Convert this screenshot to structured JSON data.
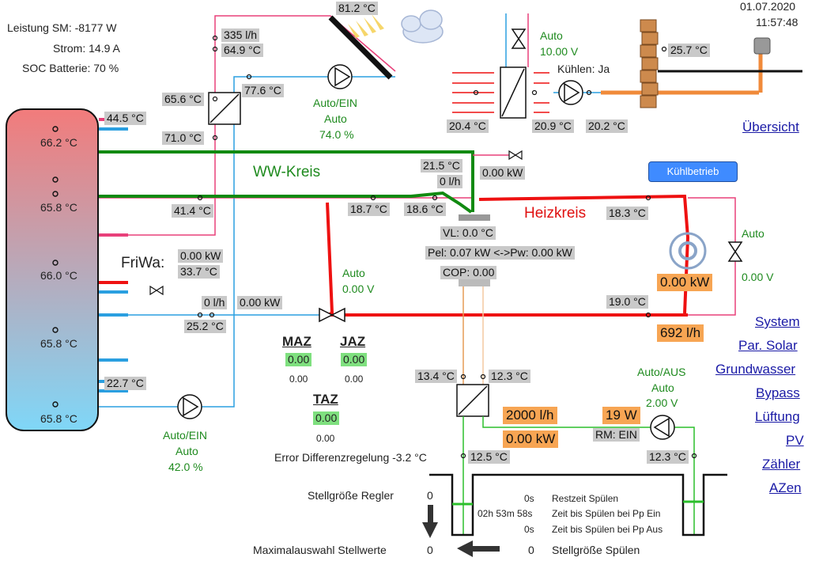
{
  "status": {
    "leistung": "Leistung SM: -8177 W",
    "strom": "Strom: 14.9 A",
    "soc": "SOC Batterie: 70 %"
  },
  "datetime": {
    "date": "01.07.2020",
    "time": "11:57:48"
  },
  "tank": {
    "t1": "66.2 °C",
    "t2": "65.8 °C",
    "t3": "66.0 °C",
    "t4": "65.8 °C",
    "t5": "65.8 °C",
    "side_top": "44.5 °C",
    "side_bottom": "22.7 °C"
  },
  "solar": {
    "panel_temp": "81.2 °C",
    "flow": "335 l/h",
    "t_hot": "64.9 °C",
    "hx_in": "65.6 °C",
    "hx_out": "71.0 °C",
    "t_return": "77.6 °C",
    "pump_mode": "Auto/EIN",
    "pump_auto": "Auto",
    "pump_pct": "74.0 %"
  },
  "cooling": {
    "valve_mode": "Auto",
    "valve_v": "10.00 V",
    "kuehlen": "Kühlen: Ja",
    "t_outdoor": "25.7 °C",
    "t_air_out": "20.4 °C",
    "t_air_in": "20.9 °C",
    "t_pipe": "20.2 °C"
  },
  "ww": {
    "label": "WW-Kreis",
    "t_a": "21.5 °C",
    "flow": "0 l/h",
    "power": "0.00 kW",
    "t_left": "41.4 °C"
  },
  "heizkreis": {
    "label": "Heizkreis",
    "t_vl1": "18.7 °C",
    "t_vl2": "18.6 °C",
    "t_right": "18.3 °C",
    "t_return": "19.0 °C",
    "power": "0.00 kW",
    "flow": "692 l/h",
    "valve_mode": "Auto",
    "valve_v": "0.00 V",
    "mix_mode": "Auto",
    "mix_v": "0.00 V",
    "button": "Kühlbetrieb"
  },
  "hp": {
    "vl": "VL: 0.0 °C",
    "pel": "Pel: 0.07 kW <->Pw: 0.00 kW",
    "cop": "COP: 0.00"
  },
  "friwa": {
    "label": "FriWa:",
    "power": "0.00 kW",
    "temp": "33.7 °C",
    "flow": "0 l/h",
    "power2": "0.00 kW",
    "temp2": "25.2 °C"
  },
  "az": {
    "maz": "MAZ",
    "maz_val": "0.00",
    "maz_sub": "0.00",
    "jaz": "JAZ",
    "jaz_val": "0.00",
    "jaz_sub": "0.00",
    "taz": "TAZ",
    "taz_val": "0.00",
    "taz_sub": "0.00"
  },
  "bottom_pump": {
    "mode": "Auto/EIN",
    "auto": "Auto",
    "pct": "42.0 %"
  },
  "ground": {
    "t_in": "13.4 °C",
    "t_out": "12.3 °C",
    "flow": "2000 l/h",
    "power": "0.00 kW",
    "pump_w": "19 W",
    "rm": "RM: EIN",
    "pump_mode": "Auto/AUS",
    "pump_auto": "Auto",
    "pump_v": "2.00 V",
    "t_low": "12.5 °C",
    "t_low2": "12.3 °C",
    "error": "Error Differenzregelung -3.2 °C"
  },
  "control": {
    "stellgroesse": "Stellgröße Regler",
    "stell_val": "0",
    "max": "Maximalauswahl Stellwerte",
    "max_val": "0",
    "spuelen_val": "0",
    "spuelen": "Stellgröße Spülen",
    "rest_val": "0s",
    "rest": "Restzeit Spülen",
    "zeit_ein_val": "02h 53m 58s",
    "zeit_ein": "Zeit bis Spülen bei Pp Ein",
    "zeit_aus_val": "0s",
    "zeit_aus": "Zeit bis Spülen bei Pp Aus"
  },
  "nav": {
    "uebersicht": "Übersicht",
    "system": "System",
    "solar": "Par. Solar",
    "grundwasser": "Grundwasser",
    "bypass": "Bypass",
    "lueftung": "Lüftung",
    "pv": "PV",
    "zaehler": "Zähler",
    "azen": "AZen"
  },
  "colors": {
    "hot": "#f08080",
    "cold": "#7fd3f7",
    "pipe_red": "#e8407a",
    "pipe_blue": "#2a9fe0",
    "ww": "#118a11",
    "heiz": "#ee1111"
  }
}
